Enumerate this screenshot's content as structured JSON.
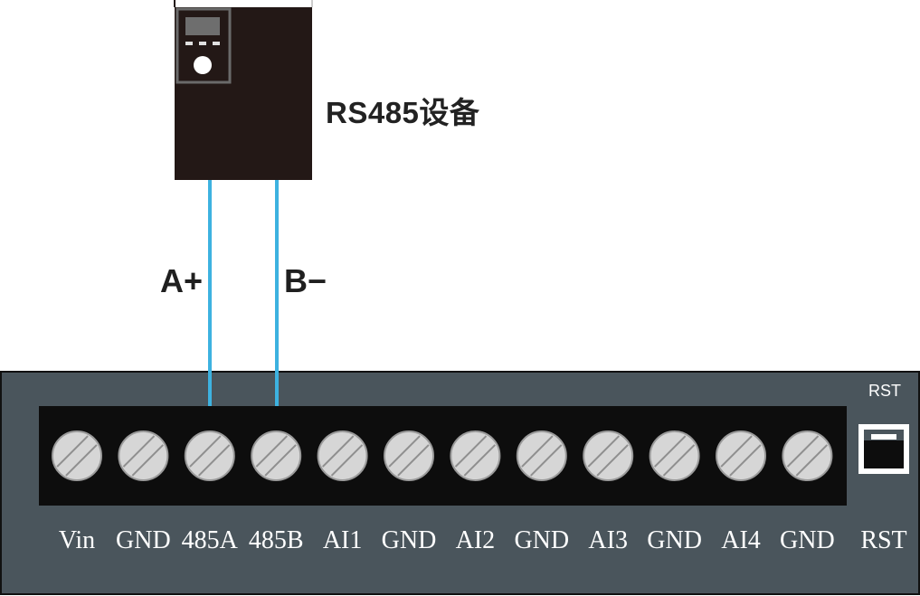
{
  "device": {
    "title": "RS485设备"
  },
  "wires": [
    {
      "label": "A+",
      "color": "#3db2e0"
    },
    {
      "label": "B−",
      "color": "#3db2e0"
    }
  ],
  "board": {
    "rst_top_label": "RST",
    "rst_bottom_label": "RST",
    "terminals": [
      "Vin",
      "GND",
      "485A",
      "485B",
      "AI1",
      "GND",
      "AI2",
      "GND",
      "AI3",
      "GND",
      "AI4",
      "GND"
    ]
  },
  "colors": {
    "board": "#4a555c",
    "terminal_strip": "#0d0d0d",
    "device_body": "#231816",
    "screw": "#d6d6d6",
    "wire": "#3db2e0"
  }
}
